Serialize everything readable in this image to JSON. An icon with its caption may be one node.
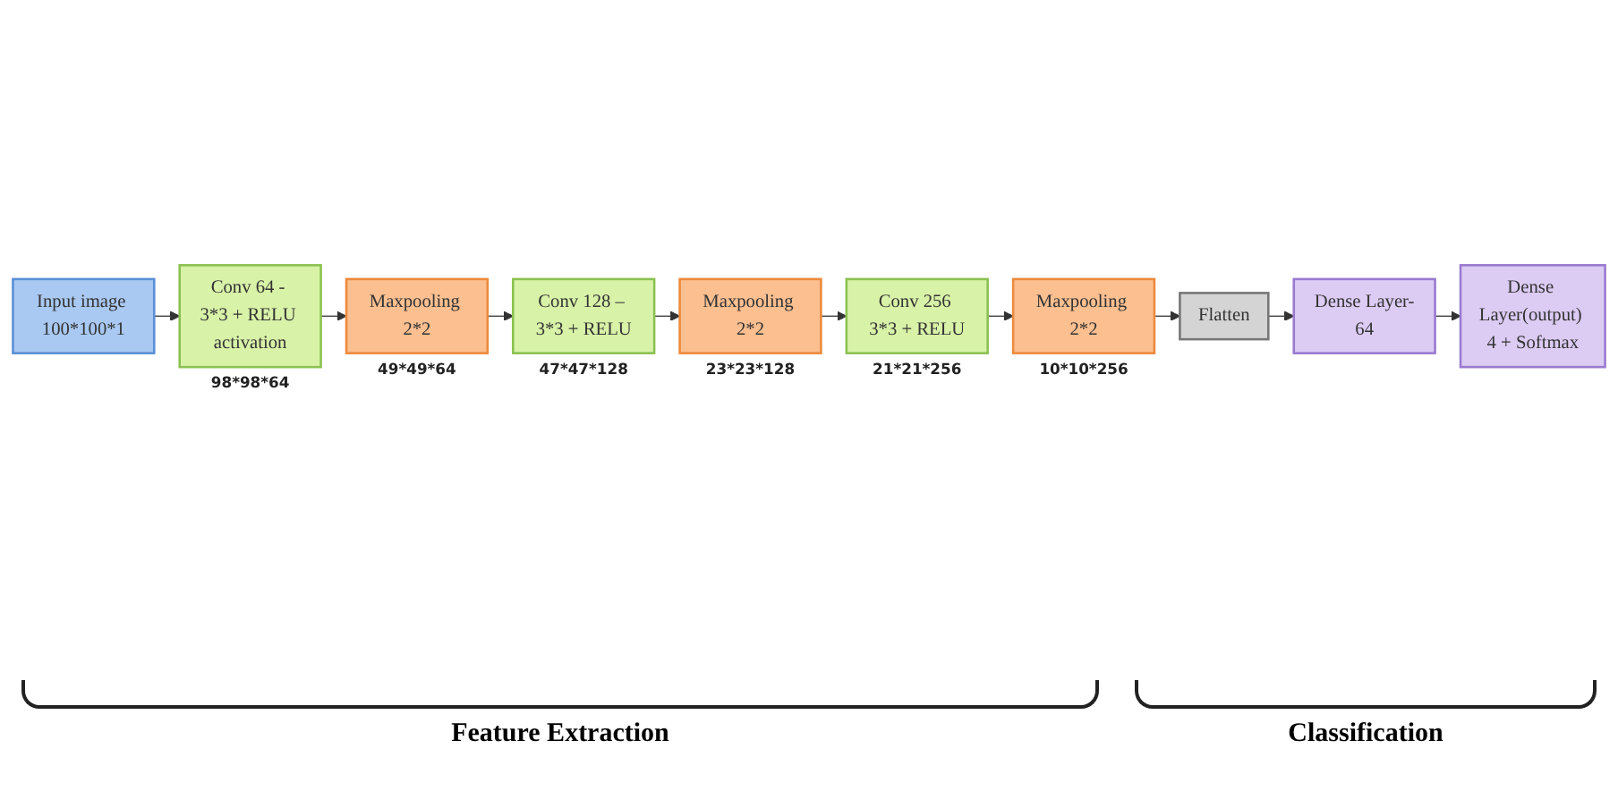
{
  "diagram": {
    "nodes": [
      {
        "text": [
          "Input image 100*100*1"
        ]
      },
      {
        "text": [
          "Conv 64 - 3*3 + RELU activation"
        ],
        "beside": [
          "98*98*64"
        ]
      },
      {
        "text": [
          "Maxpooling 2*2"
        ],
        "beside": [
          "49*49*64"
        ]
      },
      {
        "text": [
          "Conv 128 – 3*3 + RELU"
        ],
        "beside": [
          "47*47*128"
        ]
      },
      {
        "text": [
          "Maxpooling 2*2"
        ],
        "beside": [
          "23*23*128"
        ]
      },
      {
        "text": [
          "Conv 256 3*3 + RELU"
        ],
        "beside": [
          "21*21*256"
        ]
      },
      {
        "text": [
          "Maxpooling 2*2"
        ],
        "beside": [
          "10*10*256"
        ]
      },
      {
        "text": [
          "Flatten"
        ]
      },
      {
        "text": [
          "Dense Layer-64"
        ]
      },
      {
        "text": [
          "Dense Layer(output) 4 + Softmax"
        ]
      }
    ],
    "edges": [
      {
        "from": 0,
        "to": 1,
        "arrow": "to"
      },
      {
        "from": 1,
        "to": 2,
        "arrow": "to"
      },
      {
        "from": 2,
        "to": 3,
        "arrow": "to"
      },
      {
        "from": 3,
        "to": 4,
        "arrow": "to"
      },
      {
        "from": 4,
        "to": 5,
        "arrow": "to"
      },
      {
        "from": 5,
        "to": 6,
        "arrow": "to"
      },
      {
        "from": 6,
        "to": 7,
        "arrow": "to"
      },
      {
        "from": 7,
        "to": 8,
        "arrow": "to"
      },
      {
        "from": 8,
        "to": 9,
        "arrow": "to"
      }
    ],
    "labels": [
      "Feature Extraction",
      "Classification"
    ]
  }
}
